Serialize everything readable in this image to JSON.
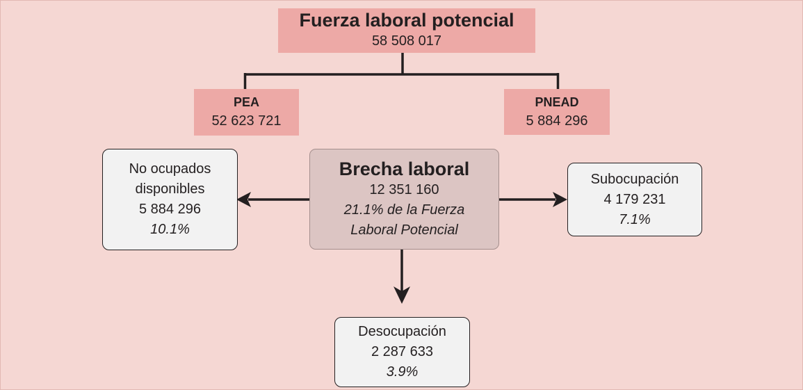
{
  "top": {
    "title": "Fuerza laboral potencial",
    "value": "58 508 017"
  },
  "pea": {
    "title": "PEA",
    "value": "52 623 721"
  },
  "pnead": {
    "title": "PNEAD",
    "value": "5 884 296"
  },
  "brecha": {
    "title": "Brecha laboral",
    "value": "12 351 160",
    "note_line1": "21.1% de la Fuerza",
    "note_line2": "Laboral Potencial"
  },
  "no_ocupados": {
    "label_line1": "No ocupados",
    "label_line2": "disponibles",
    "value": "5 884 296",
    "percent": "10.1%"
  },
  "subocupacion": {
    "label": "Subocupación",
    "value": "4 179 231",
    "percent": "7.1%"
  },
  "desocupacion": {
    "label": "Desocupación",
    "value": "2 287 633",
    "percent": "3.9%"
  },
  "colors": {
    "background": "#f5d7d3",
    "header_box": "#eda9a6",
    "center_box": "#dcc5c3",
    "leaf_box": "#f2f2f2",
    "line": "#231f20"
  }
}
